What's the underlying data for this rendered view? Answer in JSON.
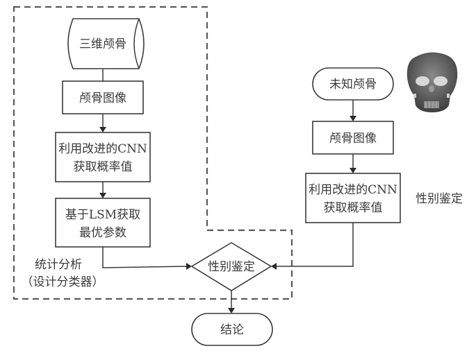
{
  "diagram": {
    "title": "",
    "nodes": {
      "cylinder_3d_skull": "三维颅骨",
      "left_skull_image": "颅骨图像",
      "left_cnn_line1": "利用改进的CNN",
      "left_cnn_line2": "获取概率值",
      "lsm_line1": "基于LSM获取",
      "lsm_line2": "最优参数",
      "unknown_skull": "未知颅骨",
      "right_skull_image": "颅骨图像",
      "right_cnn_line1": "利用改进的CNN",
      "right_cnn_line2": "获取概率值",
      "sex_determination_decision": "性别鉴定",
      "conclusion": "结论"
    },
    "labels": {
      "statistical_analysis_line1": "统计分析",
      "statistical_analysis_line2": "（设计分类器）",
      "sex_determination_side": "性别鉴定"
    },
    "image": {
      "skull_render": "3D skull rendering"
    },
    "colors": {
      "stroke": "#3a3a3a",
      "dashed_boundary": "#5a5a5a",
      "background": "#ffffff"
    },
    "edges": [
      {
        "from": "三维颅骨",
        "to": "颅骨图像"
      },
      {
        "from": "颅骨图像",
        "to": "利用改进的CNN获取概率值"
      },
      {
        "from": "利用改进的CNN获取概率值",
        "to": "基于LSM获取最优参数"
      },
      {
        "from": "基于LSM获取最优参数",
        "to": "性别鉴定"
      },
      {
        "from": "未知颅骨",
        "to": "颅骨图像"
      },
      {
        "from": "颅骨图像",
        "to": "利用改进的CNN获取概率值"
      },
      {
        "from": "利用改进的CNN获取概率值",
        "to": "性别鉴定"
      },
      {
        "from": "性别鉴定",
        "to": "结论"
      }
    ]
  }
}
